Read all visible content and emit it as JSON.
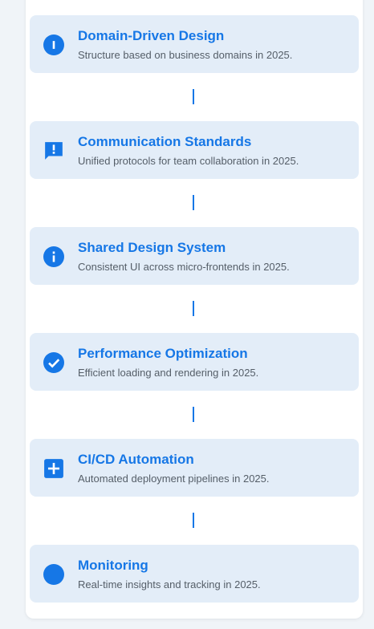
{
  "colors": {
    "accent": "#1677e6",
    "card_bg": "#e3edf8",
    "page_bg": "#f0f4f8"
  },
  "steps": [
    {
      "icon": "info-icon",
      "title": "Domain-Driven Design",
      "description": "Structure based on business domains in 2025."
    },
    {
      "icon": "feedback-icon",
      "title": "Communication Standards",
      "description": "Unified protocols for team collaboration in 2025."
    },
    {
      "icon": "info-icon",
      "title": "Shared Design System",
      "description": "Consistent UI across micro-frontends in 2025."
    },
    {
      "icon": "check-circle-icon",
      "title": "Performance Optimization",
      "description": "Efficient loading and rendering in 2025."
    },
    {
      "icon": "plus-box-icon",
      "title": "CI/CD Automation",
      "description": "Automated deployment pipelines in 2025."
    },
    {
      "icon": "circle-icon",
      "title": "Monitoring",
      "description": "Real-time insights and tracking in 2025."
    }
  ]
}
